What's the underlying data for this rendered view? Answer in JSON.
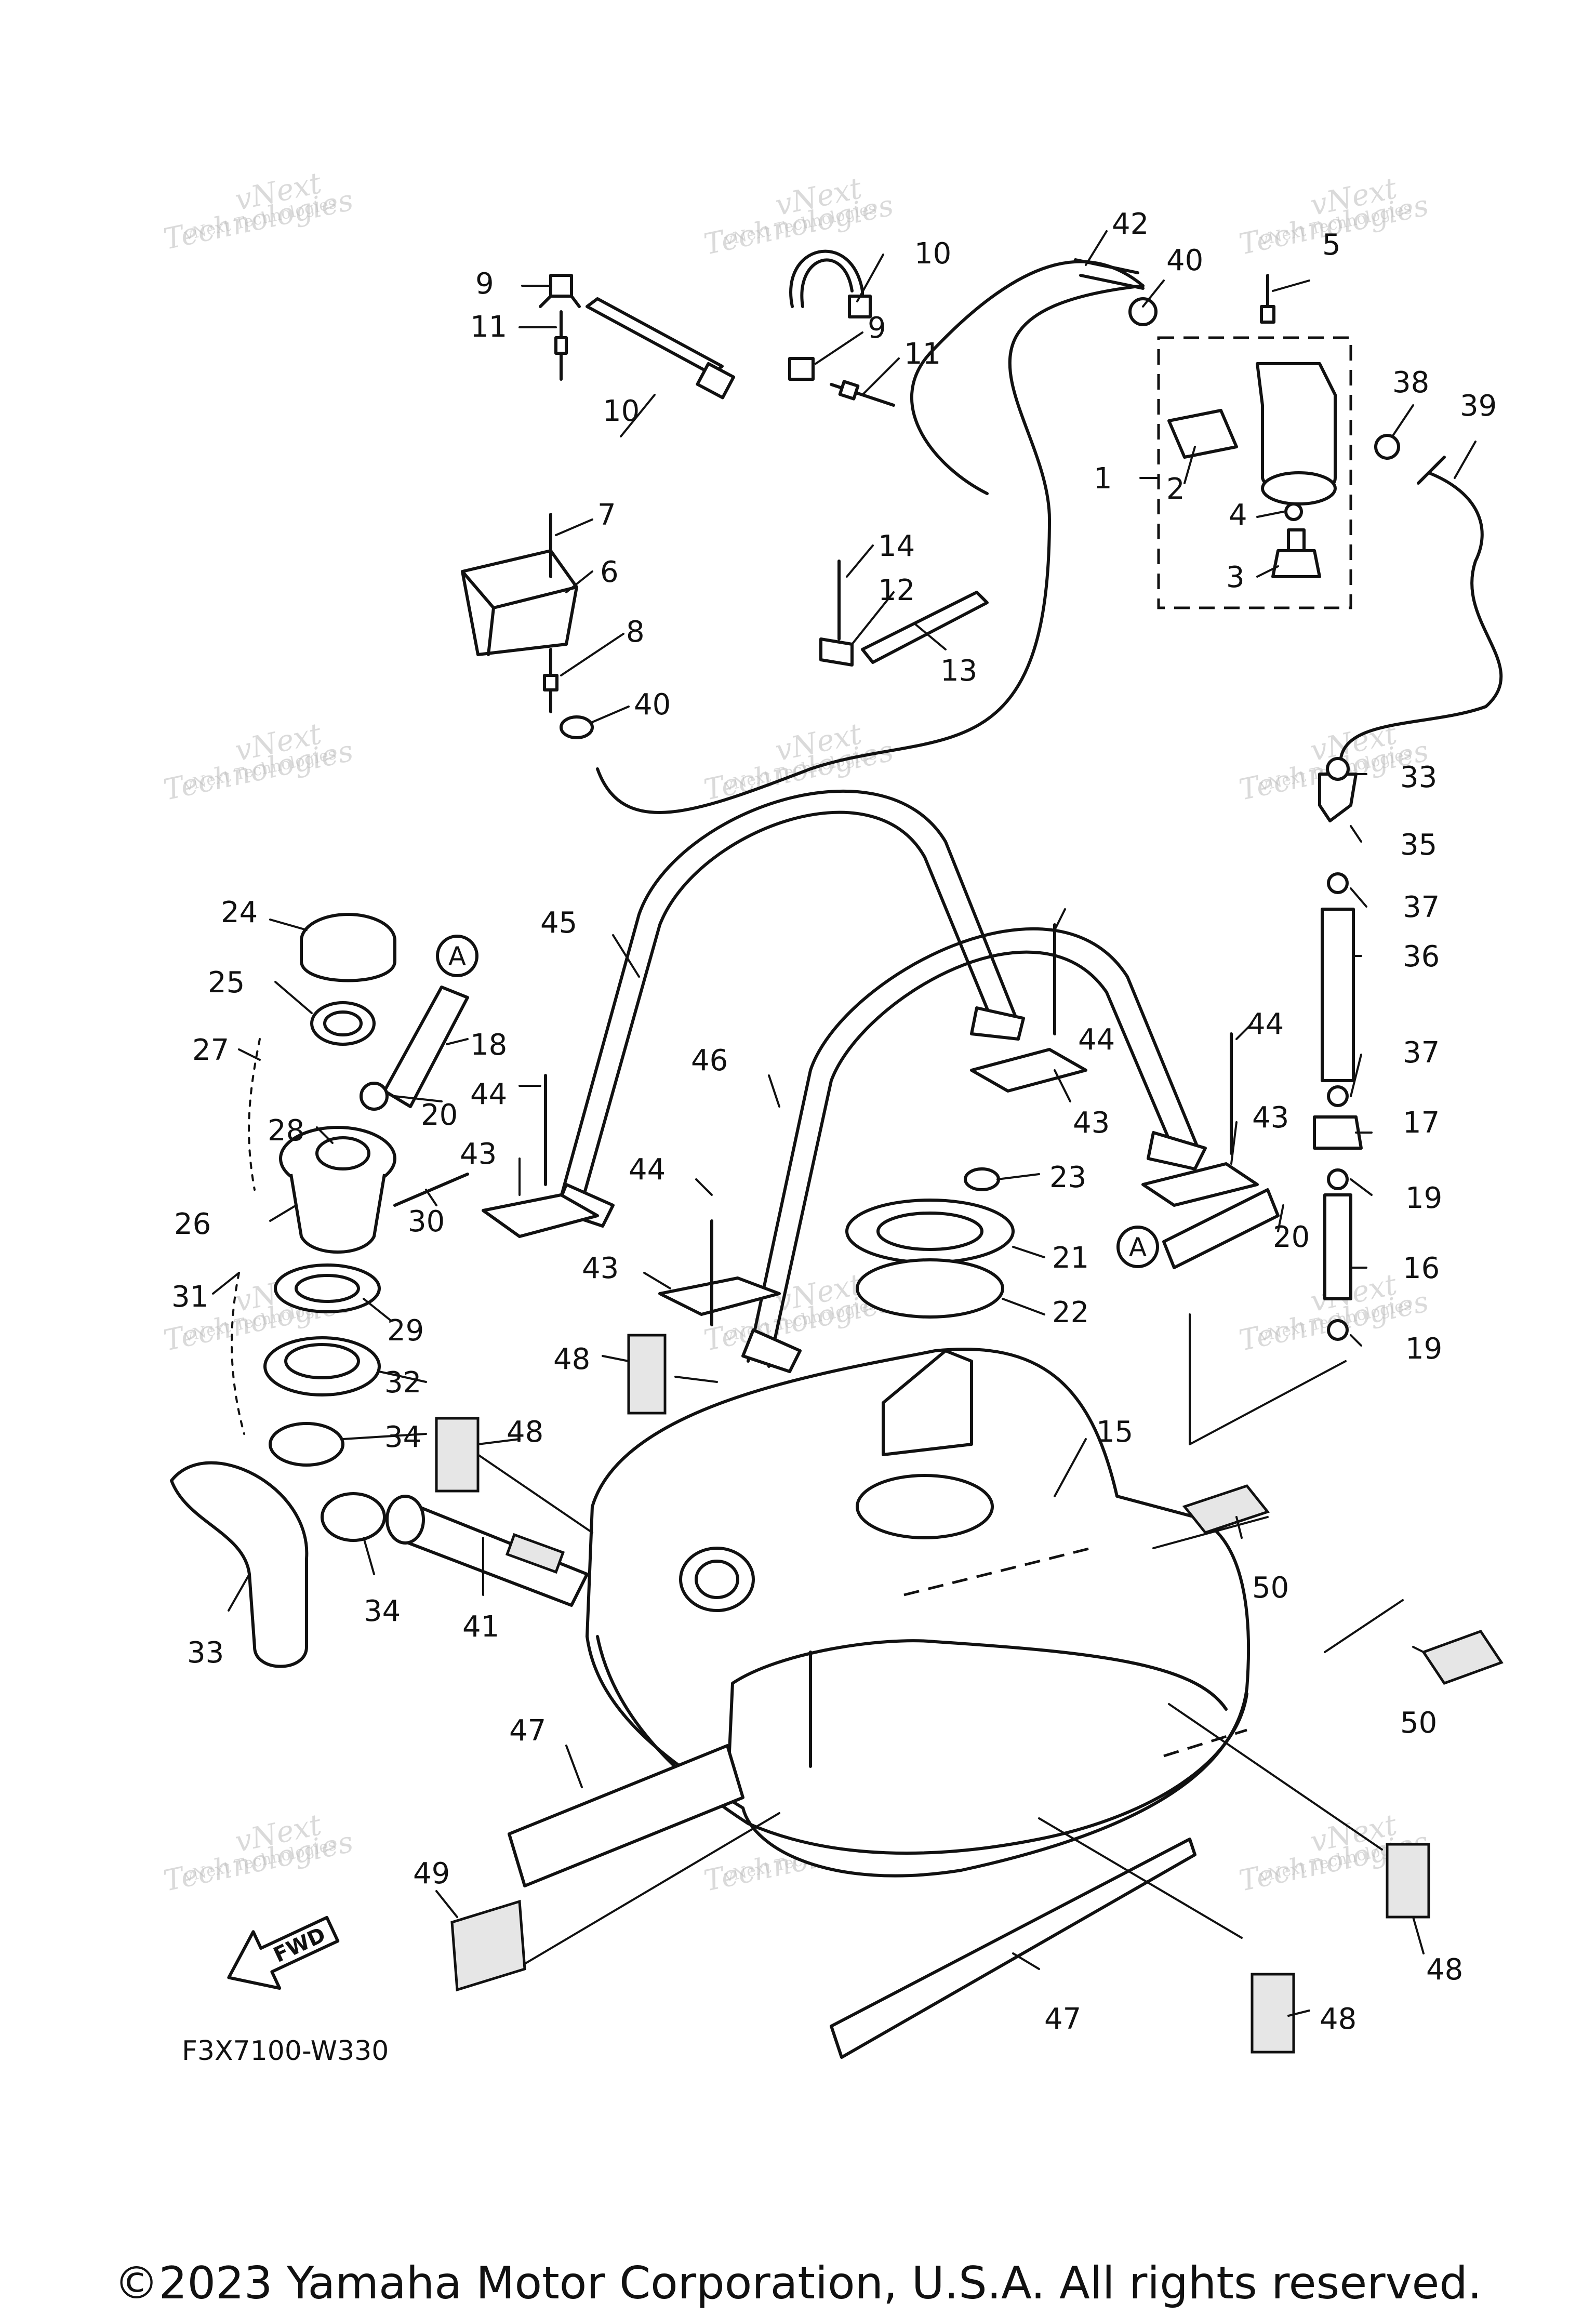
{
  "diagram_code": "F3X7100-W330",
  "fwd_label": "FWD",
  "reference_marker": "A",
  "copyright": "©2023 Yamaha Motor Corporation, U.S.A. All rights reserved.",
  "watermark": {
    "brand": "vNext",
    "company": "Technologies",
    "full": "vNext Technologies"
  },
  "callouts": [
    "1",
    "2",
    "3",
    "4",
    "5",
    "6",
    "7",
    "8",
    "9",
    "10",
    "11",
    "12",
    "13",
    "14",
    "15",
    "16",
    "17",
    "18",
    "19",
    "20",
    "21",
    "22",
    "23",
    "24",
    "25",
    "26",
    "27",
    "28",
    "29",
    "30",
    "31",
    "32",
    "33",
    "34",
    "35",
    "36",
    "37",
    "38",
    "39",
    "40",
    "41",
    "42",
    "43",
    "44",
    "45",
    "46",
    "47",
    "48",
    "49",
    "50"
  ],
  "callout_instances": [
    {
      "n": "9"
    },
    {
      "n": "11"
    },
    {
      "n": "10"
    },
    {
      "n": "10"
    },
    {
      "n": "9"
    },
    {
      "n": "11"
    },
    {
      "n": "42"
    },
    {
      "n": "40"
    },
    {
      "n": "5"
    },
    {
      "n": "38"
    },
    {
      "n": "39"
    },
    {
      "n": "1"
    },
    {
      "n": "2"
    },
    {
      "n": "4"
    },
    {
      "n": "3"
    },
    {
      "n": "7"
    },
    {
      "n": "6"
    },
    {
      "n": "8"
    },
    {
      "n": "40"
    },
    {
      "n": "14"
    },
    {
      "n": "12"
    },
    {
      "n": "13"
    },
    {
      "n": "33"
    },
    {
      "n": "35"
    },
    {
      "n": "37"
    },
    {
      "n": "36"
    },
    {
      "n": "37"
    },
    {
      "n": "17"
    },
    {
      "n": "19"
    },
    {
      "n": "20"
    },
    {
      "n": "16"
    },
    {
      "n": "19"
    },
    {
      "n": "24"
    },
    {
      "n": "25"
    },
    {
      "n": "27"
    },
    {
      "n": "18"
    },
    {
      "n": "20"
    },
    {
      "n": "28"
    },
    {
      "n": "26"
    },
    {
      "n": "30"
    },
    {
      "n": "31"
    },
    {
      "n": "29"
    },
    {
      "n": "32"
    },
    {
      "n": "34"
    },
    {
      "n": "34"
    },
    {
      "n": "33"
    },
    {
      "n": "41"
    },
    {
      "n": "45"
    },
    {
      "n": "46"
    },
    {
      "n": "44"
    },
    {
      "n": "44"
    },
    {
      "n": "44"
    },
    {
      "n": "44"
    },
    {
      "n": "43"
    },
    {
      "n": "43"
    },
    {
      "n": "43"
    },
    {
      "n": "43"
    },
    {
      "n": "23"
    },
    {
      "n": "21"
    },
    {
      "n": "22"
    },
    {
      "n": "48"
    },
    {
      "n": "48"
    },
    {
      "n": "15"
    },
    {
      "n": "50"
    },
    {
      "n": "50"
    },
    {
      "n": "47"
    },
    {
      "n": "47"
    },
    {
      "n": "49"
    },
    {
      "n": "48"
    },
    {
      "n": "48"
    }
  ]
}
